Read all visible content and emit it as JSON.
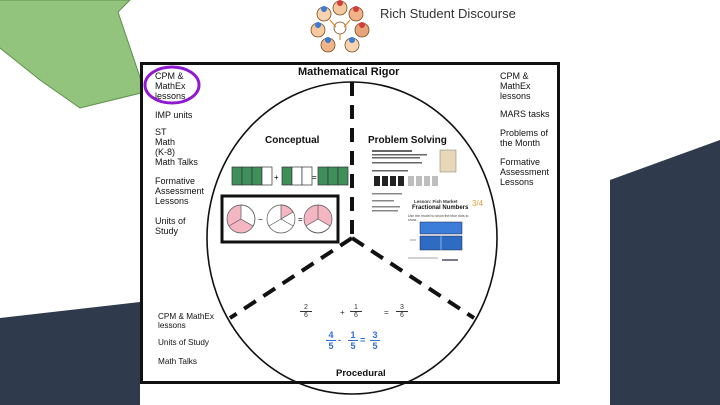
{
  "slide": {
    "title": "Rich Student Discourse",
    "colors": {
      "arrow_green": "#93c47d",
      "circle_purple": "#8e1bd0",
      "corner_navy": "#2f3a4d"
    }
  },
  "diagram": {
    "title": "Mathematical Rigor",
    "sectors": {
      "conceptual": "Conceptual",
      "problem_solving": "Problem Solving",
      "procedural": "Procedural"
    },
    "left_list": [
      "CPM & MathEx lessons",
      "IMP units",
      "ST Math (K-8)",
      "Math Talks",
      "Formative Assessment Lessons",
      "Units of Study"
    ],
    "right_list": [
      "CPM & MathEx lessons",
      "MARS tasks",
      "Problems of the Month",
      "Formative Assessment Lessons"
    ],
    "bottom_list": [
      "CPM & MathEx lessons",
      "Units of Study",
      "Math Talks"
    ],
    "worksheet": {
      "heading": "Fractional Numbers",
      "subheading": "Lesson: Fish Market",
      "note": "Use the model to show the blue dots to show..."
    },
    "equations": {
      "row1": {
        "a_num": "2",
        "a_den": "6",
        "op1": "+",
        "b_num": "1",
        "b_den": "6",
        "eq": "=",
        "c_num": "3",
        "c_den": "6"
      },
      "row2": {
        "a_num": "4",
        "a_den": "5",
        "op1": "-",
        "b_num": "1",
        "b_den": "5",
        "eq": "=",
        "c_num": "3",
        "c_den": "5"
      }
    }
  }
}
